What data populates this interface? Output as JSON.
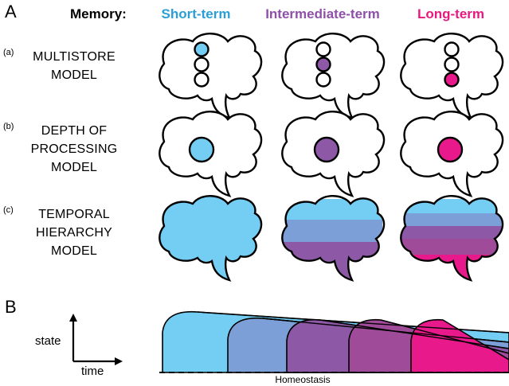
{
  "panel_a": "A",
  "panel_b": "B",
  "memory_label": "Memory:",
  "columns": [
    {
      "label": "Short-term",
      "color": "#2a9fd6"
    },
    {
      "label": "Intermediate-term",
      "color": "#8e50a8"
    },
    {
      "label": "Long-term",
      "color": "#e8197e"
    }
  ],
  "rows": [
    {
      "tag": "(a)",
      "name_lines": [
        "MULTISTORE",
        "MODEL"
      ]
    },
    {
      "tag": "(b)",
      "name_lines": [
        "DEPTH OF",
        "PROCESSING",
        "MODEL"
      ]
    },
    {
      "tag": "(c)",
      "name_lines": [
        "TEMPORAL",
        "HIERARCHY",
        "MODEL"
      ]
    }
  ],
  "fill_colors": {
    "short": "#74cdf2",
    "intermediate": "#8d58a6",
    "long": "#e8198b",
    "blue_mid": "#7b9fd6",
    "purple_mid": "#a04a9a"
  },
  "axis": {
    "y_label": "state",
    "x_label": "time"
  },
  "baseline_label": "Homeostasis"
}
